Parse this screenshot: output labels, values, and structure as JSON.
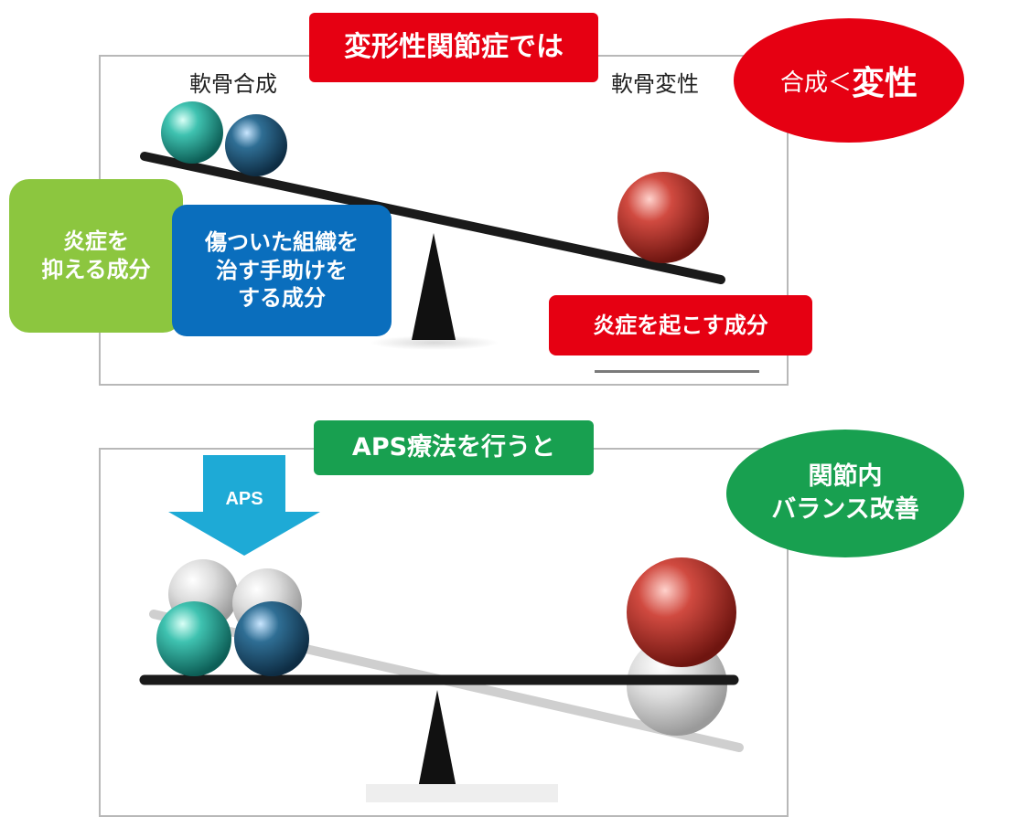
{
  "top": {
    "header": "変形性関節症では",
    "left_label": "軟骨合成",
    "right_label": "軟骨変性",
    "ellipse": {
      "prefix": "合成＜",
      "emph": "変性"
    },
    "green_box": "炎症を\n抑える成分",
    "blue_box": "傷ついた組織を\n治す手助けを\nする成分",
    "red_box": "炎症を起こす成分"
  },
  "bottom": {
    "header": "APS療法を行うと",
    "arrow_label": "APS",
    "ellipse": "関節内\nバランス改善"
  },
  "colors": {
    "red": "#e60012",
    "green": "#18a050",
    "light_green": "#8cc63f",
    "blue": "#0a6ebd",
    "teal": "#1a9c8c",
    "navy": "#1c4d6e",
    "arrow": "#1eaad6",
    "sphere_red": "#c0302a"
  }
}
